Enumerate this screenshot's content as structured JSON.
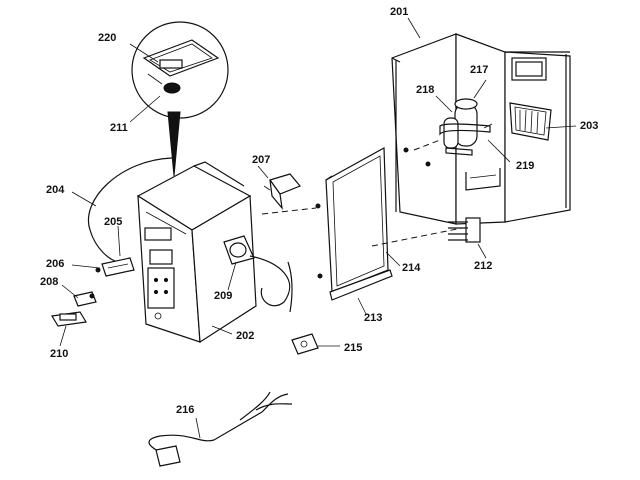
{
  "labels": [
    {
      "id": "201",
      "text": "201"
    },
    {
      "id": "202",
      "text": "202"
    },
    {
      "id": "203",
      "text": "203"
    },
    {
      "id": "204",
      "text": "204"
    },
    {
      "id": "205",
      "text": "205"
    },
    {
      "id": "206",
      "text": "206"
    },
    {
      "id": "207",
      "text": "207"
    },
    {
      "id": "208",
      "text": "208"
    },
    {
      "id": "209",
      "text": "209"
    },
    {
      "id": "210",
      "text": "210"
    },
    {
      "id": "211",
      "text": "211"
    },
    {
      "id": "212",
      "text": "212"
    },
    {
      "id": "213",
      "text": "213"
    },
    {
      "id": "214",
      "text": "214"
    },
    {
      "id": "215",
      "text": "215"
    },
    {
      "id": "216",
      "text": "216"
    },
    {
      "id": "217",
      "text": "217"
    },
    {
      "id": "218",
      "text": "218"
    },
    {
      "id": "219",
      "text": "219"
    },
    {
      "id": "220",
      "text": "220"
    }
  ]
}
